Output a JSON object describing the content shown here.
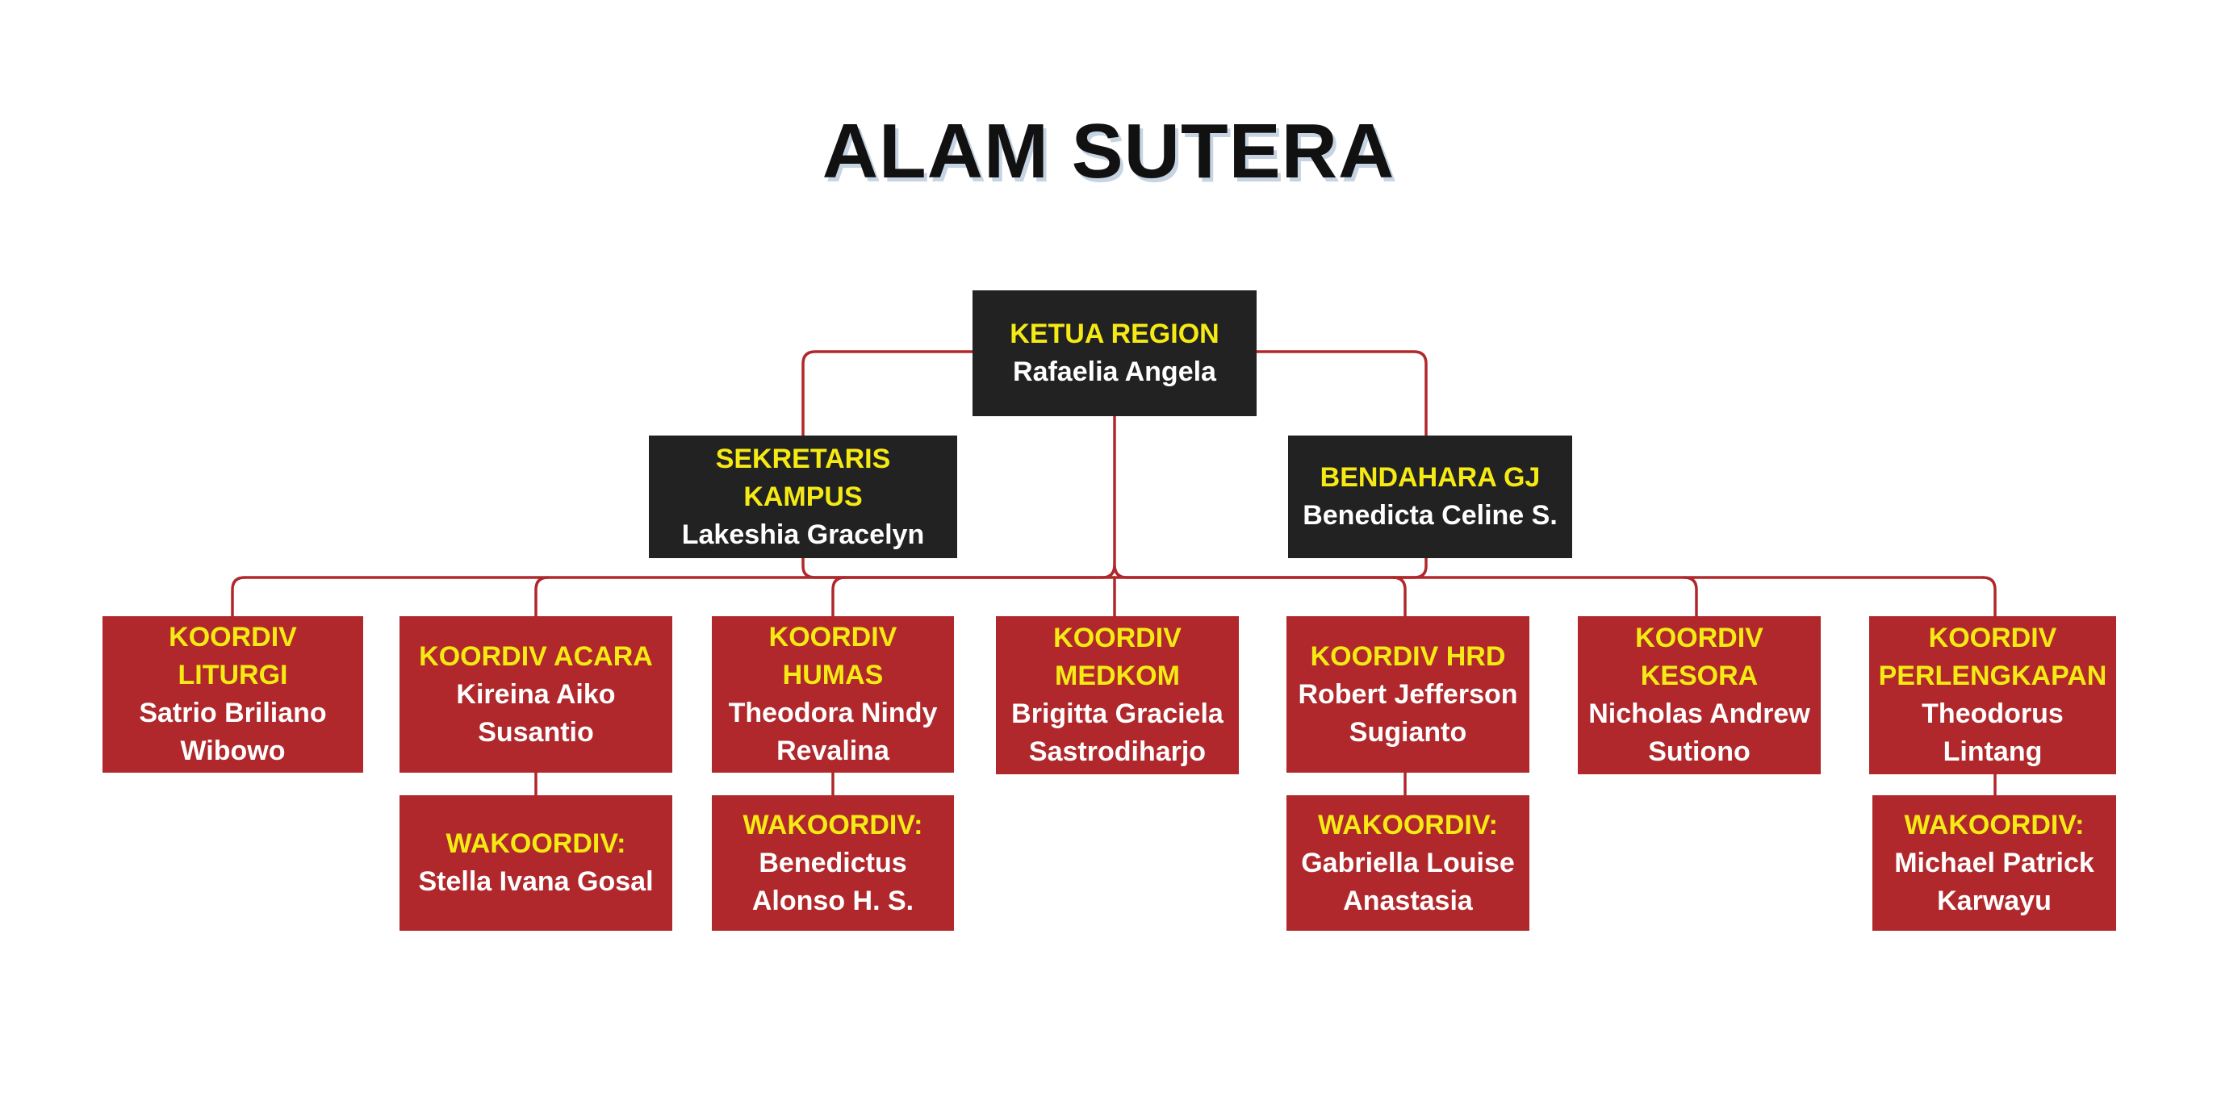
{
  "title": "ALAM SUTERA",
  "colors": {
    "role_text": "#f5ea14",
    "name_text": "#ffffff",
    "leader_box": "#222222",
    "division_box": "#b0282b",
    "connector": "#b0282b"
  },
  "leaders": {
    "ketua": {
      "role": "KETUA REGION",
      "name": "Rafaelia Angela"
    },
    "sekretaris": {
      "role": "SEKRETARIS KAMPUS",
      "name": "Lakeshia Gracelyn"
    },
    "bendahara": {
      "role": "BENDAHARA GJ",
      "name": "Benedicta Celine S."
    }
  },
  "divisions": [
    {
      "role": "KOORDIV LITURGI",
      "name": "Satrio Briliano\nWibowo"
    },
    {
      "role": "KOORDIV ACARA",
      "name": "Kireina Aiko\nSusantio"
    },
    {
      "role": "KOORDIV HUMAS",
      "name": "Theodora Nindy\nRevalina"
    },
    {
      "role": "KOORDIV\nMEDKOM",
      "name": "Brigitta Graciela\nSastrodiharjo"
    },
    {
      "role": "KOORDIV HRD",
      "name": "Robert Jefferson\nSugianto"
    },
    {
      "role": "KOORDIV\nKESORA",
      "name": "Nicholas Andrew\nSutiono"
    },
    {
      "role": "KOORDIV\nPERLENGKAPAN",
      "name": "Theodorus\nLintang"
    }
  ],
  "deputies": {
    "acara": {
      "role": "WAKOORDIV:",
      "name": "Stella Ivana Gosal"
    },
    "humas": {
      "role": "WAKOORDIV:",
      "name": "Benedictus\nAlonso H. S."
    },
    "hrd": {
      "role": "WAKOORDIV:",
      "name": "Gabriella Louise\nAnastasia"
    },
    "perlengkapan": {
      "role": "WAKOORDIV:",
      "name": "Michael Patrick\nKarwayu"
    }
  }
}
